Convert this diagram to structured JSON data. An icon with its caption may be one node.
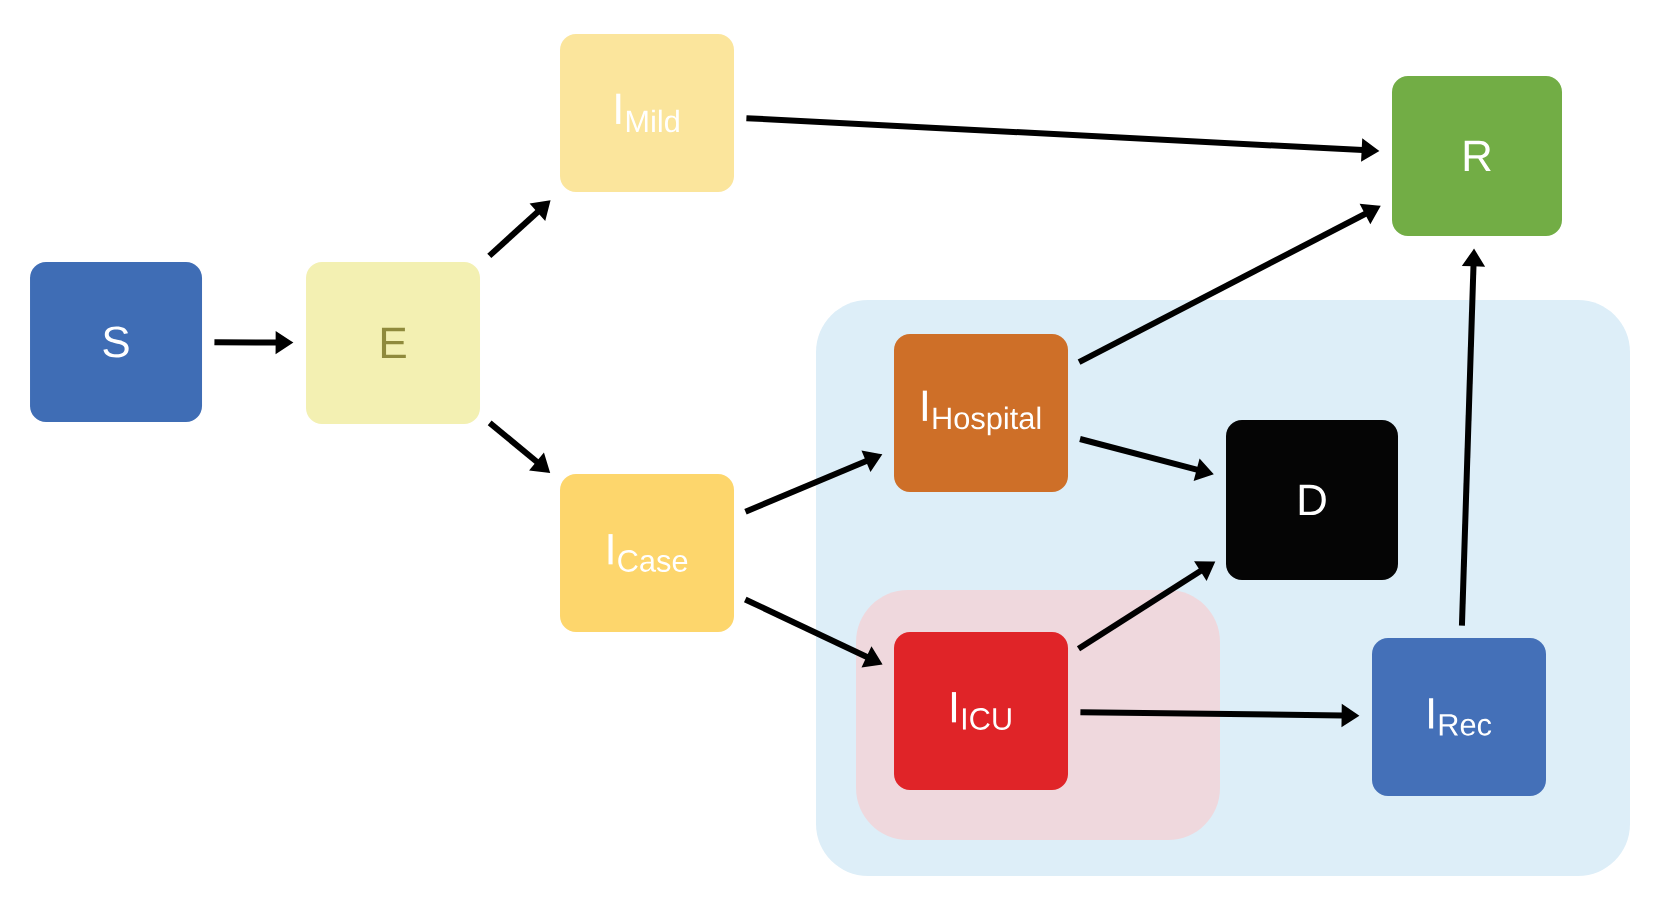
{
  "diagram": {
    "nodes": [
      {
        "text": [
          "S"
        ]
      },
      {
        "text": [
          "E"
        ]
      },
      {
        "text": [
          "I$_{Mild}$"
        ]
      },
      {
        "text": [],
        "shape": "box"
      },
      {
        "text": [
          "I$_{Case}$"
        ]
      },
      {
        "text": [
          "I$_{Hospital}$"
        ],
        "in": 3
      },
      {
        "text": [
          "D"
        ],
        "in": 3
      },
      {
        "text": [],
        "shape": "box",
        "in": 3
      },
      {
        "text": [
          "I$_{ICU}$"
        ],
        "in": 7
      },
      {
        "text": [
          "I$_{Rec}$"
        ],
        "in": 3
      },
      {
        "text": [
          "R"
        ]
      }
    ],
    "edges": [
      {
        "from": 0,
        "to": 1,
        "arrow": "to"
      },
      {
        "from": 1,
        "to": 2,
        "arrow": "to"
      },
      {
        "from": 1,
        "to": 4,
        "arrow": "to"
      },
      {
        "from": 2,
        "to": 10,
        "arrow": "to"
      },
      {
        "from": 4,
        "to": 5,
        "arrow": "to"
      },
      {
        "from": 4,
        "to": 8,
        "arrow": "to"
      },
      {
        "from": 5,
        "to": 10,
        "arrow": "to"
      },
      {
        "from": 5,
        "to": 6,
        "arrow": "to"
      },
      {
        "from": 8,
        "to": 6,
        "arrow": "to"
      },
      {
        "from": 8,
        "to": 9,
        "arrow": "to"
      },
      {
        "from": 9,
        "to": 10,
        "arrow": "to"
      }
    ]
  }
}
